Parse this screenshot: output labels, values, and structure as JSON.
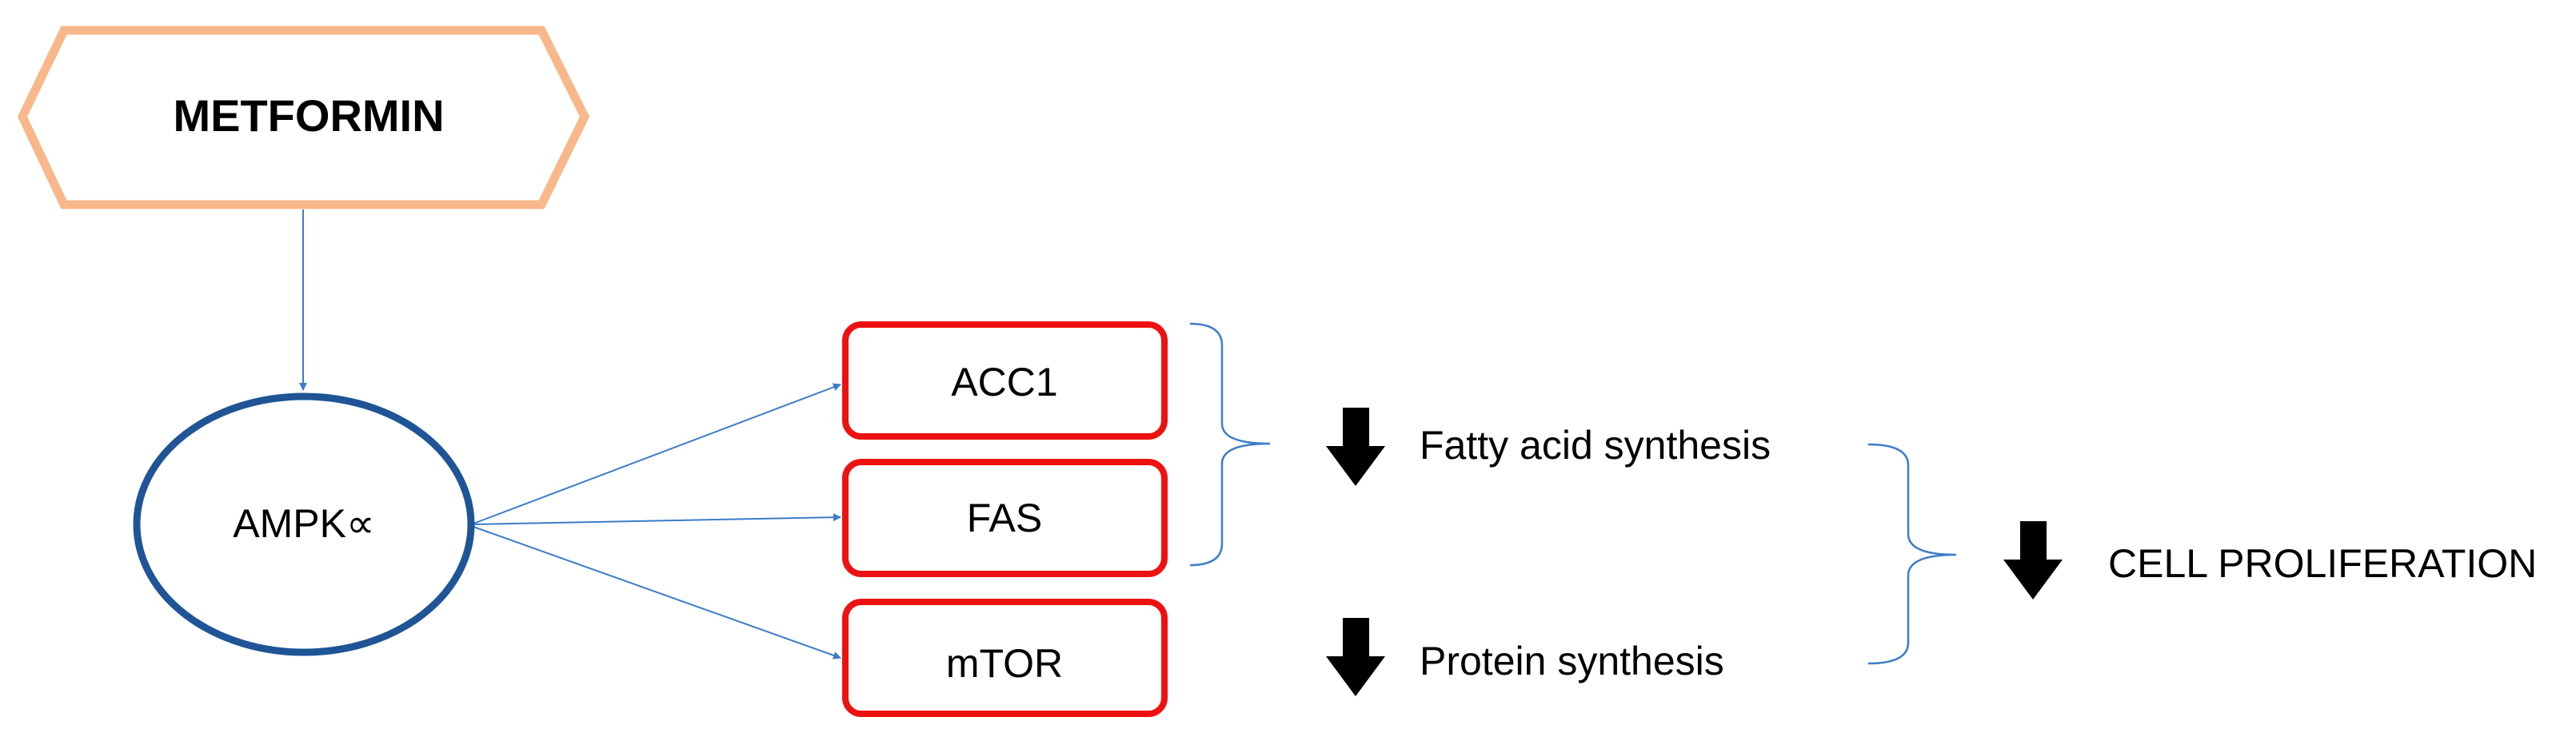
{
  "diagram": {
    "nodes": {
      "metformin": {
        "label": "METFORMIN",
        "shape": "hexagon",
        "border_color": "#F8B88B"
      },
      "ampk": {
        "label": "AMPK∝",
        "shape": "ellipse",
        "border_color": "#1F5596"
      },
      "acc1": {
        "label": "ACC1",
        "shape": "rounded-rect",
        "border_color": "#EE1111"
      },
      "fas": {
        "label": "FAS",
        "shape": "rounded-rect",
        "border_color": "#EE1111"
      },
      "mtor": {
        "label": "mTOR",
        "shape": "rounded-rect",
        "border_color": "#EE1111"
      }
    },
    "outcomes": {
      "fatty_acid": {
        "label": "Fatty acid synthesis",
        "indicator": "down-arrow"
      },
      "protein": {
        "label": "Protein synthesis",
        "indicator": "down-arrow"
      },
      "cell_proliferation": {
        "label": "CELL PROLIFERATION",
        "indicator": "down-arrow"
      }
    },
    "edges": [
      {
        "from": "METFORMIN",
        "to": "AMPK∝"
      },
      {
        "from": "AMPK∝",
        "to": "ACC1"
      },
      {
        "from": "AMPK∝",
        "to": "FAS"
      },
      {
        "from": "AMPK∝",
        "to": "mTOR"
      }
    ],
    "groupings": [
      {
        "members": [
          "ACC1",
          "FAS"
        ],
        "result": "Fatty acid synthesis"
      },
      {
        "members": [
          "Fatty acid synthesis",
          "Protein synthesis"
        ],
        "result": "CELL PROLIFERATION"
      }
    ],
    "colors": {
      "connector": "#3C7CC8",
      "arrow_indicator": "#000000"
    }
  }
}
